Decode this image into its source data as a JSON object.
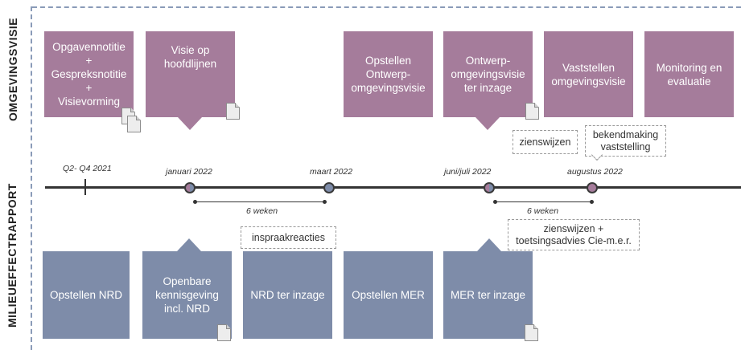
{
  "labels": {
    "top_section": "OMGEVINGSVISIE",
    "bottom_section": "MILIEUEFFECTRAPPORT"
  },
  "top_boxes": [
    {
      "text": "Opgavennotitie\n+\nGespreksnotitie\n+\nVisievorming"
    },
    {
      "text": "Visie op\nhoofdlijnen"
    },
    {
      "text": "Opstellen\nOntwerp-\nomgevingsvisie"
    },
    {
      "text": "Ontwerp-\nomgevingsvisie\nter inzage"
    },
    {
      "text": "Vaststellen\nomgevingsvisie"
    },
    {
      "text": "Monitoring en\nevaluatie"
    }
  ],
  "bottom_boxes": [
    {
      "text": "Opstellen NRD"
    },
    {
      "text": "Openbare\nkennisgeving\nincl. NRD"
    },
    {
      "text": "NRD ter inzage"
    },
    {
      "text": "Opstellen MER"
    },
    {
      "text": "MER ter inzage"
    }
  ],
  "notes": {
    "zienswijzen": "zienswijzen",
    "bekendmaking": "bekendmaking\nvaststelling",
    "inspraakreacties": "inspraakreacties",
    "zienswijzen_toetsing": "zienswijzen +\ntoetsingsadvies Cie-m.e.r."
  },
  "timeline": {
    "dates": [
      "Q2- Q4 2021",
      "januari 2022",
      "maart 2022",
      "juni/juli 2022",
      "augustus 2022"
    ],
    "spans": [
      "6 weken",
      "6 weken"
    ]
  },
  "icons": [
    "document-icon"
  ],
  "colors": {
    "omgevingsvisie": "#a57c9b",
    "milieueffectrapport": "#7e8ca9",
    "frame": "#8a9bb8"
  }
}
